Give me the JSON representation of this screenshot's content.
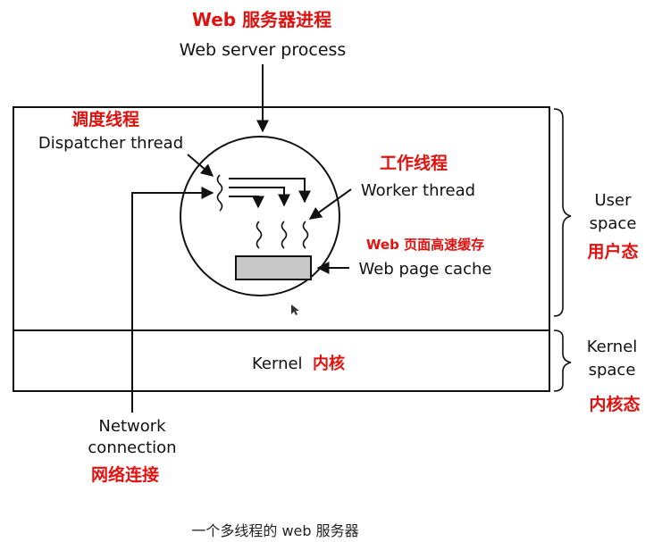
{
  "title": {
    "cn": "Web 服务器进程",
    "en": "Web server process"
  },
  "dispatcher": {
    "cn": "调度线程",
    "en": "Dispatcher thread"
  },
  "worker": {
    "cn": "工作线程",
    "en": "Worker thread"
  },
  "cache": {
    "cn": "Web 页面高速缓存",
    "en": "Web page cache"
  },
  "kernel": {
    "en": "Kernel",
    "cn": "内核"
  },
  "user_space": {
    "line1": "User",
    "line2": "space",
    "cn": "用户态"
  },
  "kernel_space": {
    "line1": "Kernel",
    "line2": "space",
    "cn": "内核态"
  },
  "network": {
    "line1": "Network",
    "line2": "connection",
    "cn": "网络连接"
  },
  "caption": "一个多线程的 web 服务器",
  "colors": {
    "annotation": "#e0120f",
    "line": "#111111",
    "cache_fill": "#c8c8c8"
  }
}
